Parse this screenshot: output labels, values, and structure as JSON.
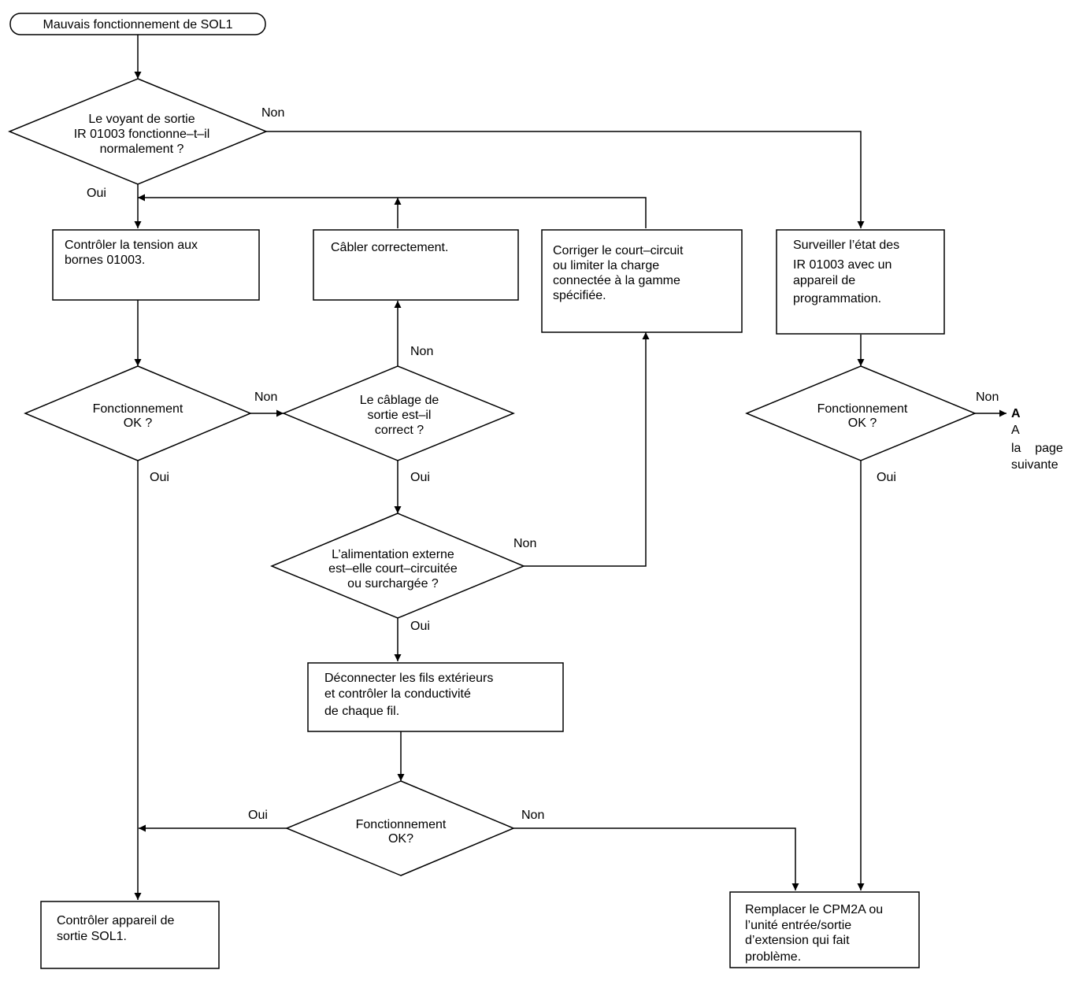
{
  "start": "Mauvais fonctionnement de SOL1",
  "decisions": {
    "d1": [
      "Le voyant de sortie",
      "IR 01003 fonctionne–t–il",
      "normalement ?"
    ],
    "d2": [
      "Fonctionnement",
      "OK ?"
    ],
    "d3": [
      "Le câblage de",
      "sortie est–il",
      "correct ?"
    ],
    "d4": [
      "L’alimentation externe",
      "est–elle court–circuitée",
      "ou surchargée ?"
    ],
    "d5": [
      "Fonctionnement",
      "OK?"
    ],
    "d6": [
      "Fonctionnement",
      "OK ?"
    ]
  },
  "processes": {
    "p1": [
      "Contrôler la tension aux",
      "bornes 01003."
    ],
    "p2": [
      "Câbler correctement."
    ],
    "p3": [
      "Corriger le court–circuit",
      "ou limiter la charge",
      "connectée à la gamme",
      "spécifiée."
    ],
    "p4": [
      "Surveiller l’état des",
      "IR 01003 avec un",
      "appareil de",
      "programmation."
    ],
    "p5": [
      "Déconnecter les fils extérieurs",
      "et contrôler la conductivité",
      "de chaque fil."
    ],
    "p6": [
      "Contrôler appareil de",
      "sortie SOL1."
    ],
    "p7": [
      "Remplacer le CPM2A ou",
      "l’unité entrée/sortie",
      "d’extension qui fait",
      "problème."
    ]
  },
  "edge_labels": {
    "d1_no": "Non",
    "d1_yes": "Oui",
    "d2_no": "Non",
    "d2_yes": "Oui",
    "d3_no": "Non",
    "d3_yes": "Oui",
    "d4_no": "Non",
    "d4_yes": "Oui",
    "d5_no": "Non",
    "d5_yes": "Oui",
    "d6_no": "Non",
    "d6_yes": "Oui"
  },
  "connector": {
    "letter": "A",
    "note": [
      "A",
      "la    page",
      "suivante"
    ]
  }
}
